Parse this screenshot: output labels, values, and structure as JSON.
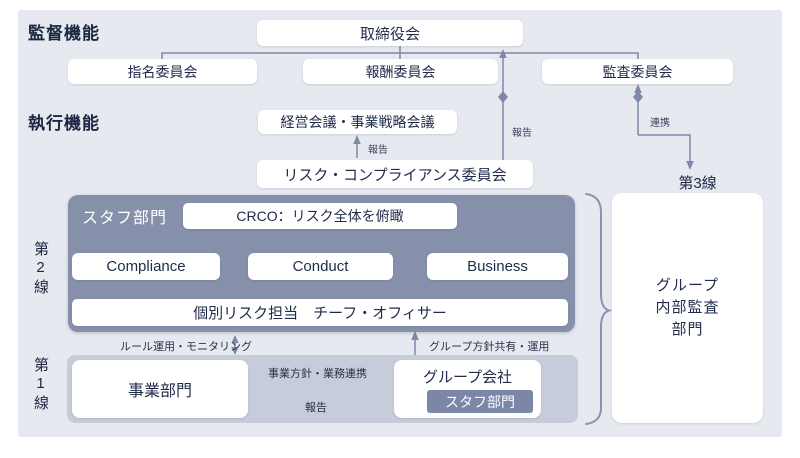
{
  "sections": {
    "supervisory_label": "監督機能",
    "executive_label": "執行機能",
    "line3_label": "第3線",
    "line2_label": "第2線",
    "line1_label": "第1線"
  },
  "governance": {
    "board": "取締役会",
    "nomination_committee": "指名委員会",
    "compensation_committee": "報酬委員会",
    "audit_committee": "監査委員会",
    "management_meeting": "経営会議・事業戦略会議",
    "risk_compliance_committee": "リスク・コンプライアンス委員会"
  },
  "line2": {
    "staff_division_label": "スタフ部門",
    "crco": "CRCO：リスク全体を俯瞰",
    "compliance": "Compliance",
    "conduct": "Conduct",
    "business": "Business",
    "individual_risk_officer": "個別リスク担当　チーフ・オフィサー"
  },
  "line1": {
    "business_division": "事業部門",
    "group_company": "グループ会社",
    "group_staff_division": "スタフ部門"
  },
  "internal_audit": {
    "line1": "グループ",
    "line2": "内部監査",
    "line3": "部門"
  },
  "labels": {
    "report_to_board": "報告",
    "coordination": "連携",
    "report_to_meeting": "報告",
    "rule_monitoring": "ルール運用・モニタリング",
    "group_policy_sharing": "グループ方針共有・運用",
    "business_policy_cooperation": "事業方針・業務連携",
    "report_bottom": "報告"
  },
  "colors": {
    "panel_bg": "#e7e9f0",
    "line2_bg": "#8690ab",
    "line1_bg": "#c7ccda",
    "chip_bg": "#7c87a8",
    "connector_slate": "#7e88a8",
    "connector_dark": "#2a3350",
    "text_navy": "#1f2b49"
  }
}
